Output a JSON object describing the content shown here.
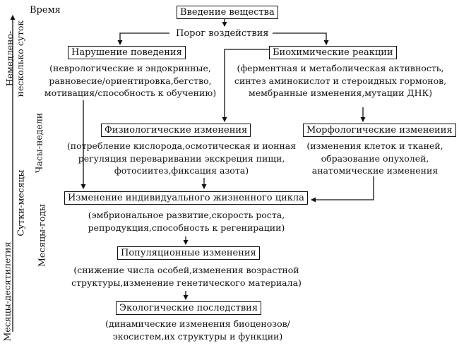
{
  "time_header": "Время",
  "time_scale": [
    "Немедлено-несколько суток",
    "Часы-недели",
    "Сутки-месяцы",
    "Месяцы-годы",
    "Месяцы-десятилетия"
  ],
  "nodes": {
    "substance": "Введение вещества",
    "threshold": "Порог воздействия",
    "behavior": "Нарушение поведения",
    "biochem": "Биохимические реакции",
    "physio": "Физиологические изменения",
    "morpho": "Морфологические изменеиия",
    "lifecycle": "Изменение индивидуального жизненного цикла",
    "population": "Популяционные изменения",
    "ecology": "Экологические последствия"
  },
  "descriptions": {
    "behavior": [
      "(неврологические и эндокринные,",
      "равновесие/ориентировка,бегство,",
      "мотивация/способность к обучению)"
    ],
    "biochem": [
      "(ферментная и метаболическая активность,",
      "синтез аминокислот и стероидных гормонов,",
      "мембранные изменения,мутации ДНК)"
    ],
    "physio": [
      "(потребление кислорода,осмотическая и ионная",
      "регуляция переваривании экскреция пищи,",
      "фотосиитез,фиксация азота)"
    ],
    "morpho": [
      "(изменения клеток и тканей,",
      "образование опухолей,",
      "анатомические изменения"
    ],
    "lifecycle": [
      "(эмбриональное развитие,скорость роста,",
      "репродукция,способность к регенирации)"
    ],
    "population": [
      "(снижение числа особей,изменения возрастной",
      "структуры,изменение генетического материала)"
    ],
    "ecology": [
      "(динамические изменения биоценозов/",
      "экосистем,их структуры и функции)"
    ]
  }
}
